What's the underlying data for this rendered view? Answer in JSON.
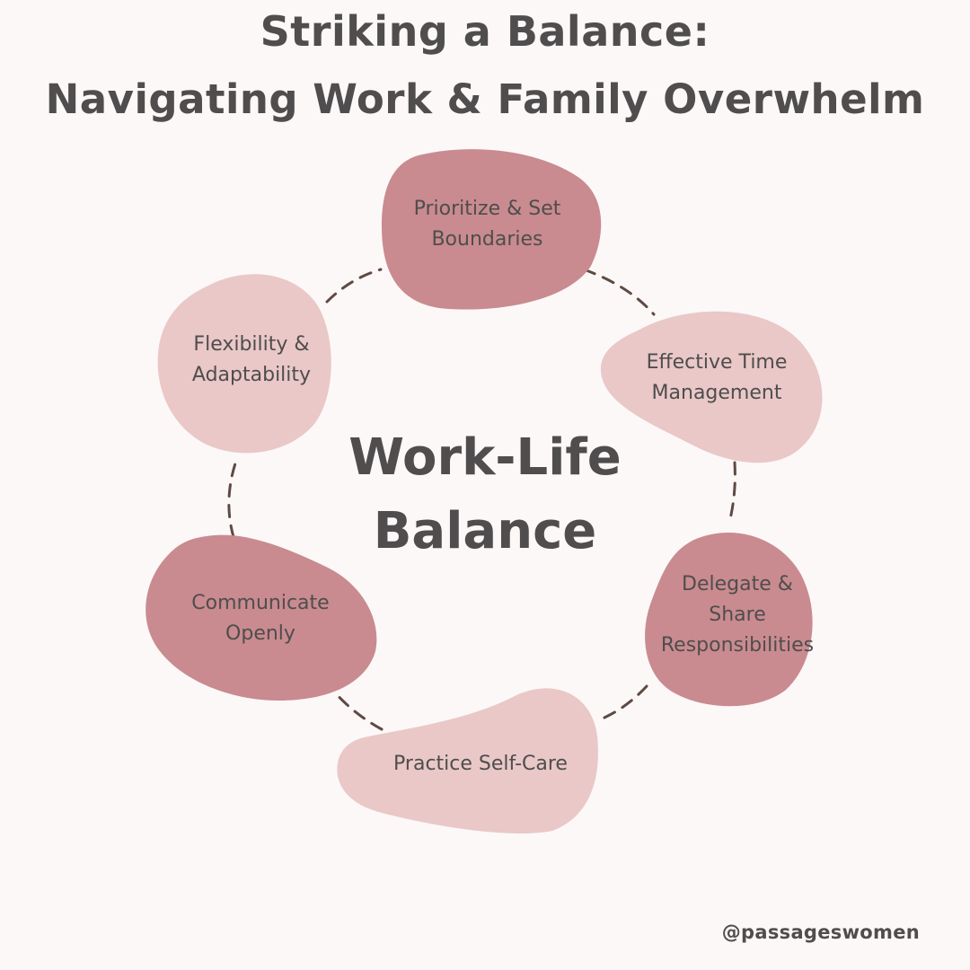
{
  "title": {
    "line1": "Striking a Balance:",
    "line2": "Navigating Work & Family Overwhelm"
  },
  "center": {
    "line1": "Work-Life",
    "line2": "Balance"
  },
  "nodes": [
    {
      "id": "prioritize",
      "lines": [
        "Prioritize & Set",
        "Boundaries"
      ],
      "color": "#c98b90"
    },
    {
      "id": "time",
      "lines": [
        "Effective Time",
        "Management"
      ],
      "color": "#e9c8c7"
    },
    {
      "id": "delegate",
      "lines": [
        "Delegate &",
        "Share",
        "Responsibilities"
      ],
      "color": "#c98b90"
    },
    {
      "id": "selfcare",
      "lines": [
        "Practice Self-Care"
      ],
      "color": "#e9c8c7"
    },
    {
      "id": "communicate",
      "lines": [
        "Communicate",
        "Openly"
      ],
      "color": "#c98b90"
    },
    {
      "id": "flexibility",
      "lines": [
        "Flexibility &",
        "Adaptability"
      ],
      "color": "#e9c8c7"
    }
  ],
  "colors": {
    "background": "#fcf8f7",
    "text": "#4f4d4d",
    "dashes": "#5e4a44"
  },
  "handle": "@passageswomen"
}
